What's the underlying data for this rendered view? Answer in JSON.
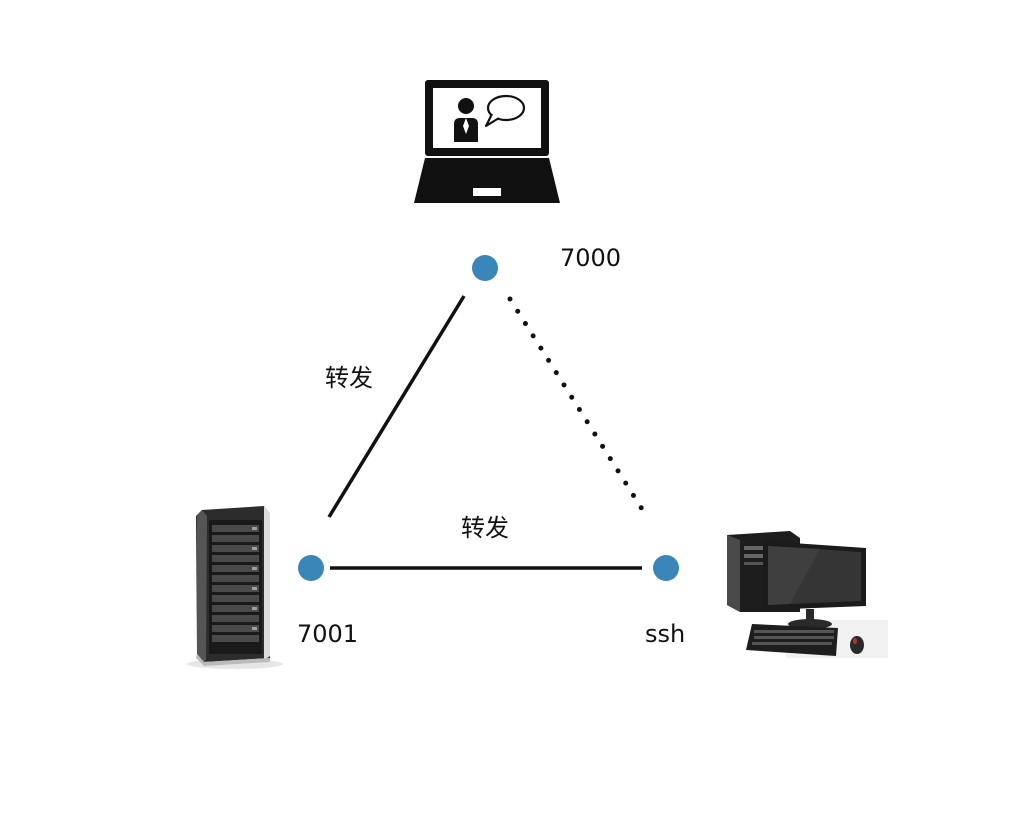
{
  "nodes": {
    "top": {
      "icon": "laptop-user-chat-icon",
      "port": "7000"
    },
    "left": {
      "icon": "server-rack-icon",
      "port": "7001"
    },
    "right": {
      "icon": "desktop-computer-icon",
      "port": "ssh"
    }
  },
  "edges": [
    {
      "from": "left",
      "to": "top",
      "style": "solid",
      "label": "转发"
    },
    {
      "from": "left",
      "to": "right",
      "style": "solid",
      "label": "转发"
    },
    {
      "from": "top",
      "to": "right",
      "style": "dotted",
      "label": ""
    }
  ],
  "colors": {
    "dot": "#3a86b8",
    "line": "#111111",
    "text": "#111111",
    "background": "#ffffff"
  }
}
